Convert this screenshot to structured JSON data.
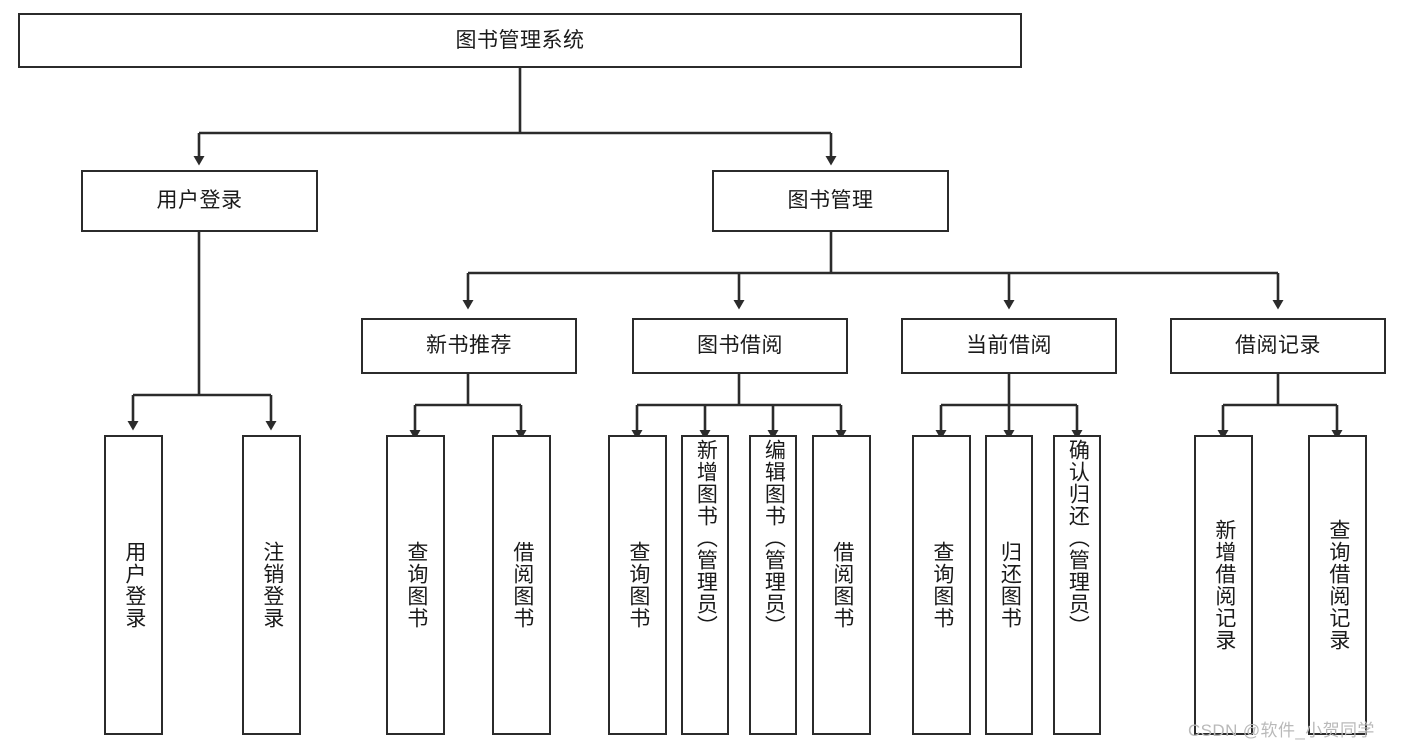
{
  "diagram": {
    "type": "tree",
    "title": "图书管理系统",
    "orientation": "top-down",
    "colors": {
      "background": "#ffffff",
      "node_border": "#2b2b2b",
      "node_fill": "#ffffff",
      "edge": "#2b2b2b",
      "text": "#1a1a1a",
      "watermark": "#b9b9b9"
    },
    "root": {
      "label": "图书管理系统"
    },
    "level2": [
      {
        "label": "用户登录"
      },
      {
        "label": "图书管理"
      }
    ],
    "level3": [
      {
        "label": "新书推荐"
      },
      {
        "label": "图书借阅"
      },
      {
        "label": "当前借阅"
      },
      {
        "label": "借阅记录"
      }
    ],
    "leaves": {
      "user_login": [
        {
          "label": "用户登录"
        },
        {
          "label": "注销登录"
        }
      ],
      "new_book_recommend": [
        {
          "label": "查询图书"
        },
        {
          "label": "借阅图书"
        }
      ],
      "book_borrow": [
        {
          "label": "查询图书"
        },
        {
          "label": "新增图书（管理员）"
        },
        {
          "label": "编辑图书（管理员）"
        },
        {
          "label": "借阅图书"
        }
      ],
      "current_borrow": [
        {
          "label": "查询图书"
        },
        {
          "label": "归还图书"
        },
        {
          "label": "确认归还（管理员）"
        }
      ],
      "borrow_records": [
        {
          "label": "新增借阅记录"
        },
        {
          "label": "查询借阅记录"
        }
      ]
    },
    "watermark": "CSDN @软件_小贺同学"
  }
}
